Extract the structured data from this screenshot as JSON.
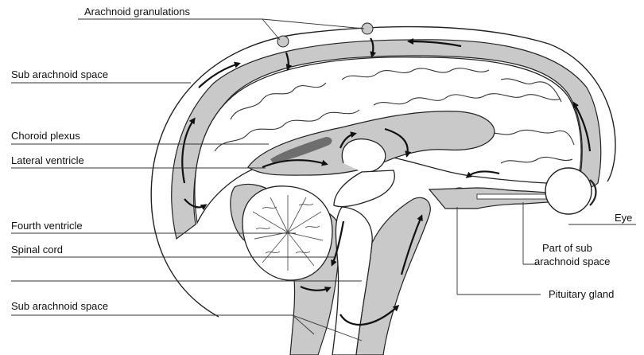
{
  "labels": {
    "arachnoid_granulations": "Arachnoid granulations",
    "sub_arachnoid_space_top": "Sub arachnoid space",
    "choroid_plexus": "Choroid plexus",
    "lateral_ventricle": "Lateral ventricle",
    "fourth_ventricle": "Fourth ventricle",
    "spinal_cord": "Spinal cord",
    "sub_arachnoid_space_bottom": "Sub arachnoid space",
    "eye": "Eye",
    "part_of_sub_line1": "Part of sub",
    "part_of_sub_line2": "arachnoid space",
    "pituitary_gland": "Pituitary gland"
  }
}
